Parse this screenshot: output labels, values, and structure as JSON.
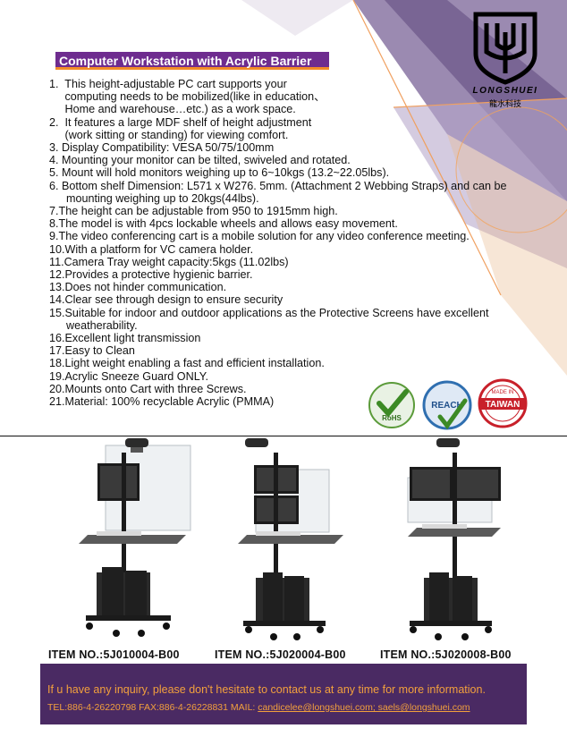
{
  "title": "Computer Workstation with Acrylic Barrier",
  "logo": {
    "name": "LONGSHUEI",
    "chinese": "龍水科技"
  },
  "features": [
    {
      "text": "1.  This height-adjustable PC cart supports your",
      "indent": false
    },
    {
      "text": "     computing needs to be mobilized(like in education、",
      "indent": false
    },
    {
      "text": "     Home and warehouse…etc.) as a work space.",
      "indent": false
    },
    {
      "text": "2.  It features a large MDF shelf of height adjustment",
      "indent": false
    },
    {
      "text": "     (work sitting or standing) for viewing comfort.",
      "indent": false
    },
    {
      "text": "3. Display Compatibility: VESA 50/75/100mm",
      "indent": false
    },
    {
      "text": "4. Mounting your monitor can be tilted, swiveled and rotated.",
      "indent": false
    },
    {
      "text": "5. Mount will hold monitors weighing up to 6~10kgs (13.2~22.05lbs).",
      "indent": false
    },
    {
      "text": "6. Bottom shelf Dimension: L571 x W276. 5mm. (Attachment 2 Webbing Straps) and can be mounting weighing up to 20kgs(44lbs).",
      "indent": true
    },
    {
      "text": "7.The height can be adjustable from 950 to 1915mm high.",
      "indent": false
    },
    {
      "text": "8.The model is with 4pcs lockable wheels and allows easy movement.",
      "indent": false
    },
    {
      "text": "9.The video conferencing cart is a mobile solution for any video conference meeting.",
      "indent": false
    },
    {
      "text": "10.With a platform for VC camera holder.",
      "indent": false
    },
    {
      "text": "11.Camera Tray weight capacity:5kgs (11.02lbs)",
      "indent": false
    },
    {
      "text": "12.Provides a protective hygienic barrier.",
      "indent": false
    },
    {
      "text": "13.Does not hinder communication.",
      "indent": false
    },
    {
      "text": "14.Clear see through design to ensure security",
      "indent": false
    },
    {
      "text": "15.Suitable for indoor and outdoor applications as the Protective Screens have excellent weatherability.",
      "indent": true
    },
    {
      "text": "16.Excellent light transmission",
      "indent": false
    },
    {
      "text": "17.Easy to Clean",
      "indent": false
    },
    {
      "text": "18.Light weight enabling a fast and efficient installation.",
      "indent": false
    },
    {
      "text": "19.Acrylic Sneeze Guard ONLY.",
      "indent": false
    },
    {
      "text": "20.Mounts onto Cart with three Screws.",
      "indent": false
    },
    {
      "text": "21.Material: 100% recyclable Acrylic (PMMA)",
      "indent": false
    }
  ],
  "badges": {
    "rohs": "RoHS",
    "reach": "REACH",
    "taiwan": "TAIWAN",
    "made_in": "MADE IN"
  },
  "items": [
    {
      "label": "ITEM NO.:5J010004-B00"
    },
    {
      "label": "ITEM NO.:5J020004-B00"
    },
    {
      "label": "ITEM NO.:5J020008-B00"
    }
  ],
  "footer": {
    "line1": "If u have any inquiry, please don't hesitate to contact us at any time for more information.",
    "line2_prefix": "TEL:886-4-26220798 FAX:886-4-26228831 MAIL: ",
    "line2_mail": "candicelee@longshuei.com; saels@longshuei.com"
  },
  "colors": {
    "purple": "#6e2c8f",
    "orange": "#f28c28",
    "footer_bg": "#4a2a63",
    "footer_text": "#f2a03d"
  }
}
